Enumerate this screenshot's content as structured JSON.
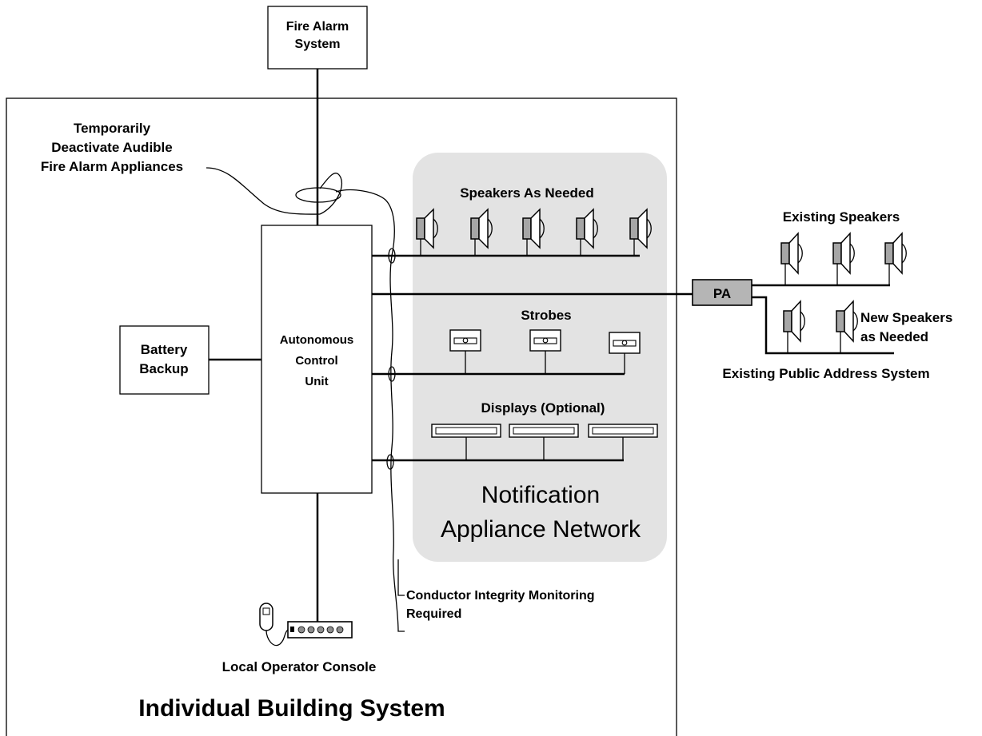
{
  "labels": {
    "fire_alarm_line1": "Fire Alarm",
    "fire_alarm_line2": "System",
    "temp_line1": "Temporarily",
    "temp_line2": "Deactivate Audible",
    "temp_line3": "Fire Alarm Appliances",
    "battery_line1": "Battery",
    "battery_line2": "Backup",
    "acu_line1": "Autonomous",
    "acu_line2": "Control",
    "acu_line3": "Unit",
    "speakers_as_needed": "Speakers As Needed",
    "strobes": "Strobes",
    "displays": "Displays (Optional)",
    "network_line1": "Notification",
    "network_line2": "Appliance Network",
    "conductor_line1": "Conductor Integrity Monitoring",
    "conductor_line2": "Required",
    "console": "Local Operator Console",
    "building": "Individual Building System",
    "existing_speakers": "Existing Speakers",
    "pa": "PA",
    "new_speakers_line1": "New Speakers",
    "new_speakers_line2": "as Needed",
    "existing_pa_system": "Existing Public Address System"
  },
  "colors": {
    "network_bg": "#e3e3e3",
    "pa_fill": "#b5b5b5",
    "speaker_magnet": "#a6a6a6"
  }
}
